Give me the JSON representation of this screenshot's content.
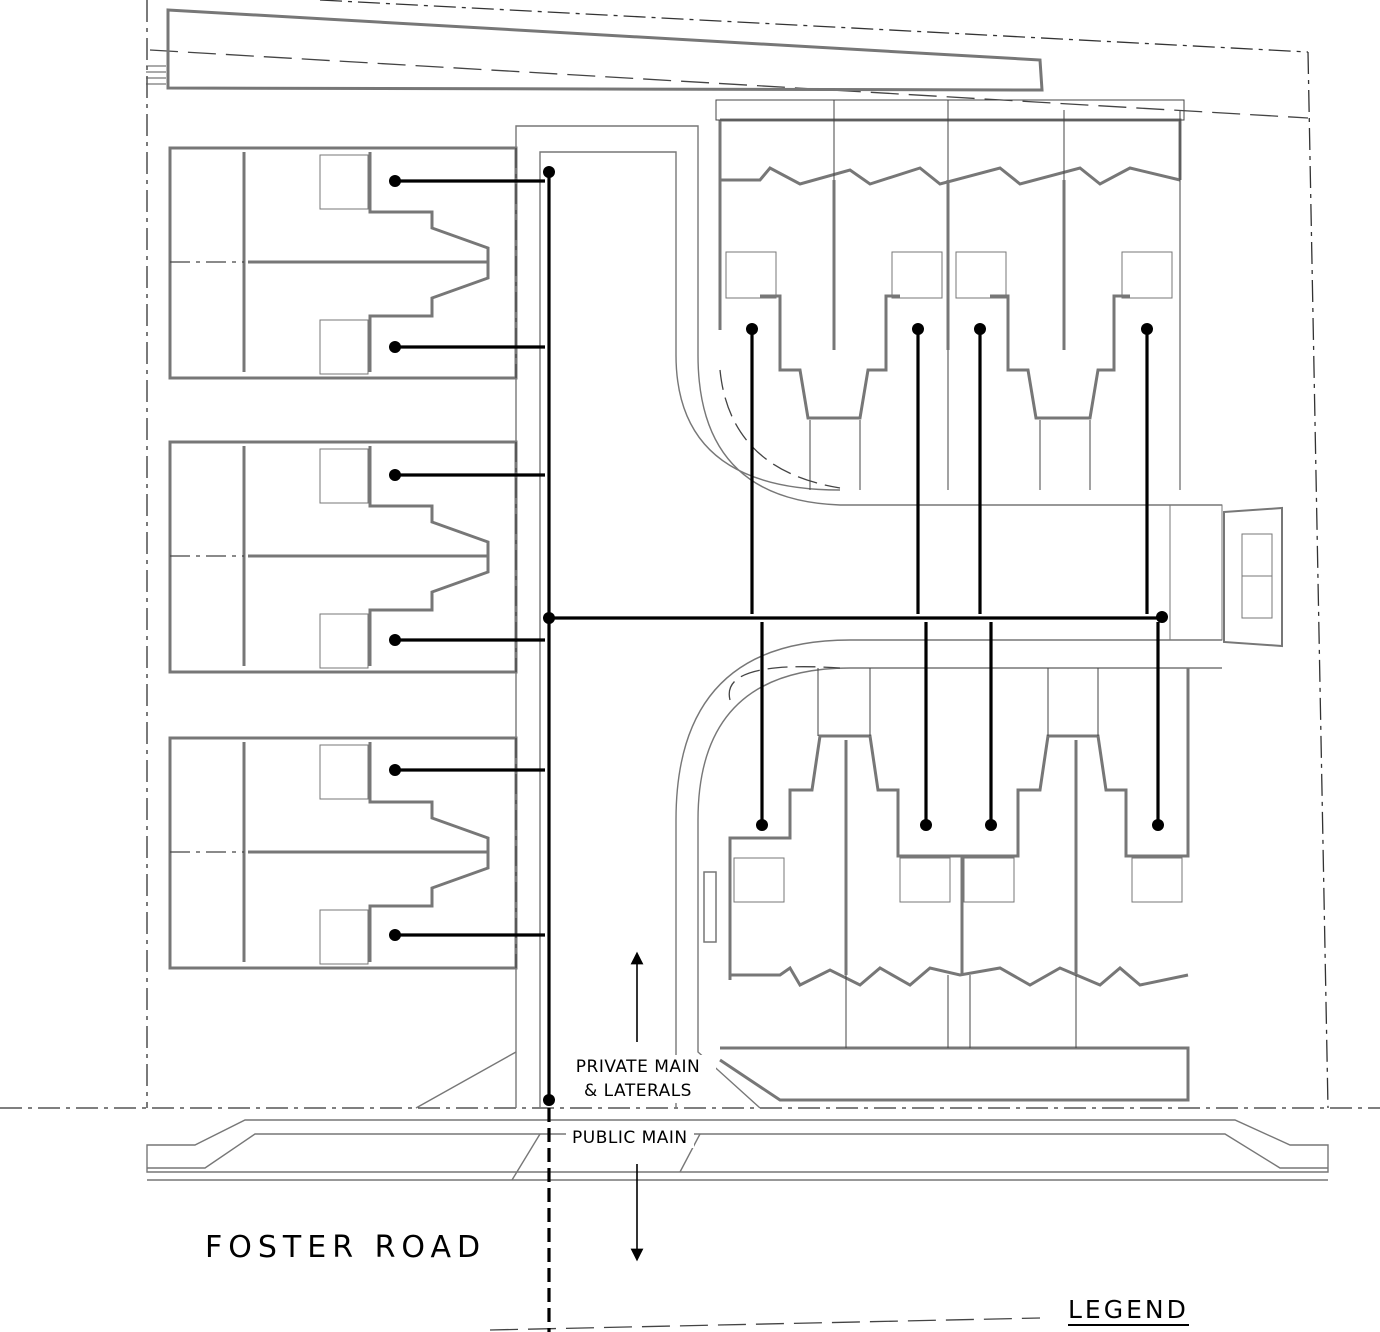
{
  "labels": {
    "private_main_line1": "PRIVATE MAIN",
    "private_main_line2": "& LATERALS",
    "public_main": "PUBLIC MAIN",
    "road_name": "FOSTER ROAD",
    "legend_title": "LEGEND"
  },
  "colors": {
    "sewer_line": "#000000",
    "building_wall": "#777777",
    "site_line": "#333333",
    "background": "#ffffff"
  }
}
